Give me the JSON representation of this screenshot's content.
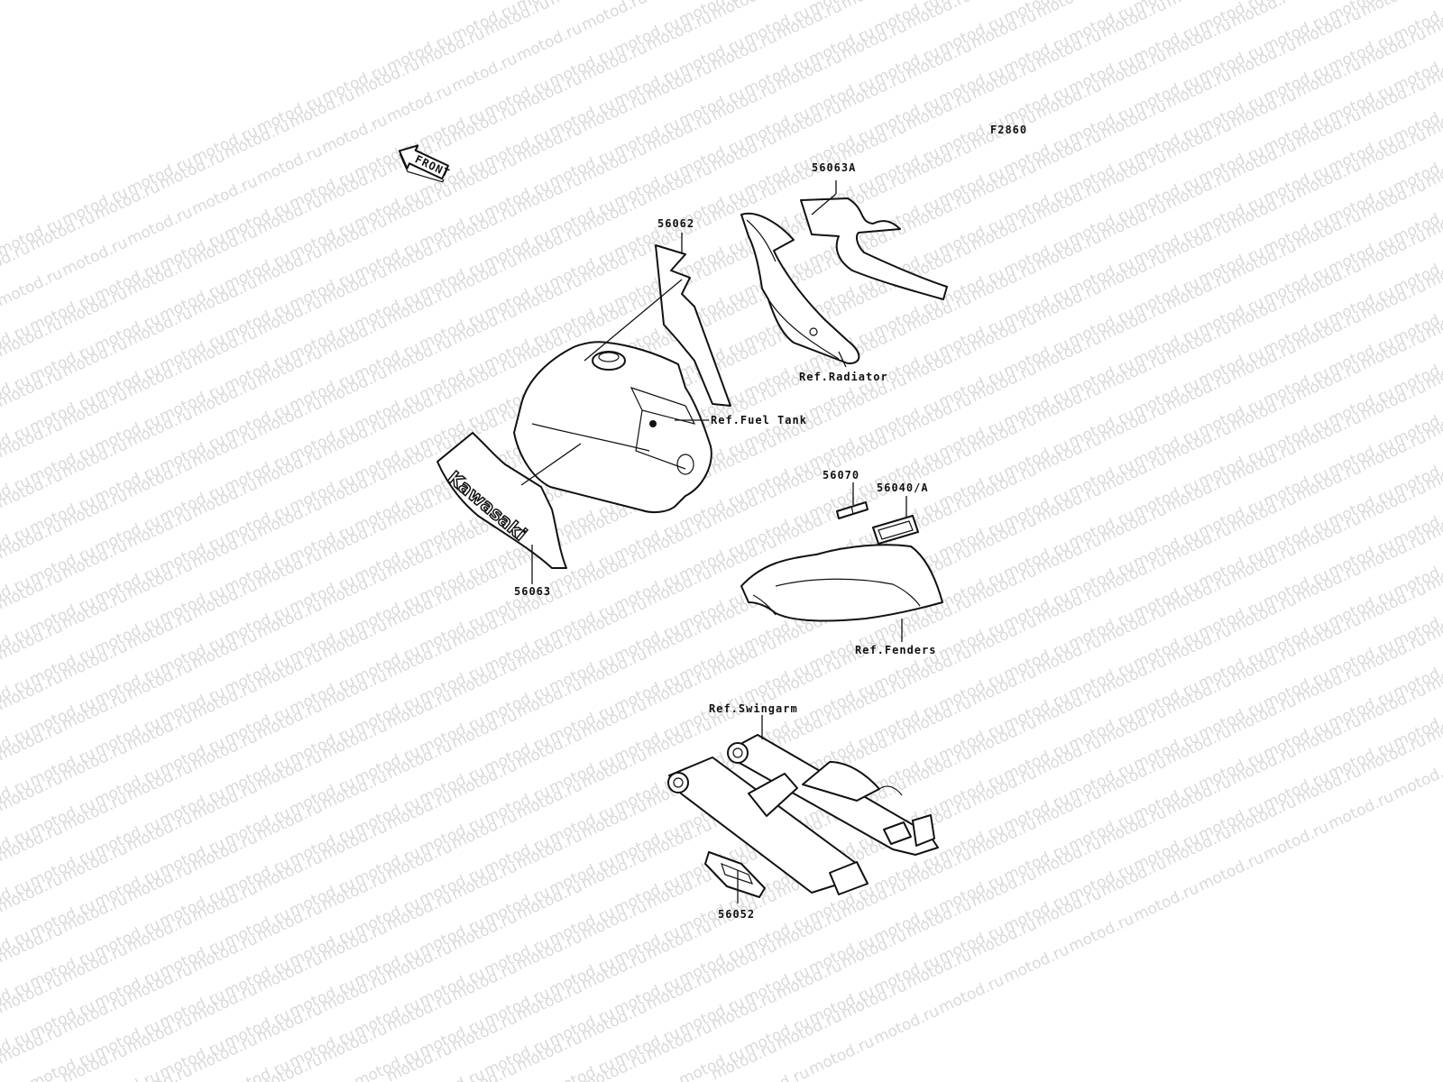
{
  "watermark": "motod.ru",
  "figure_code": "F2860",
  "front_label": "FRONT",
  "decal_brand": "Kawasaki",
  "parts": [
    {
      "id": "56063A",
      "label": "56063A"
    },
    {
      "id": "56062",
      "label": "56062"
    },
    {
      "id": "56063",
      "label": "56063"
    },
    {
      "id": "56070",
      "label": "56070"
    },
    {
      "id": "56040A",
      "label": "56040/A"
    },
    {
      "id": "56052",
      "label": "56052"
    }
  ],
  "references": [
    {
      "id": "radiator",
      "label": "Ref.Radiator"
    },
    {
      "id": "fuel_tank",
      "label": "Ref.Fuel Tank"
    },
    {
      "id": "fenders",
      "label": "Ref.Fenders"
    },
    {
      "id": "swingarm",
      "label": "Ref.Swingarm"
    }
  ]
}
